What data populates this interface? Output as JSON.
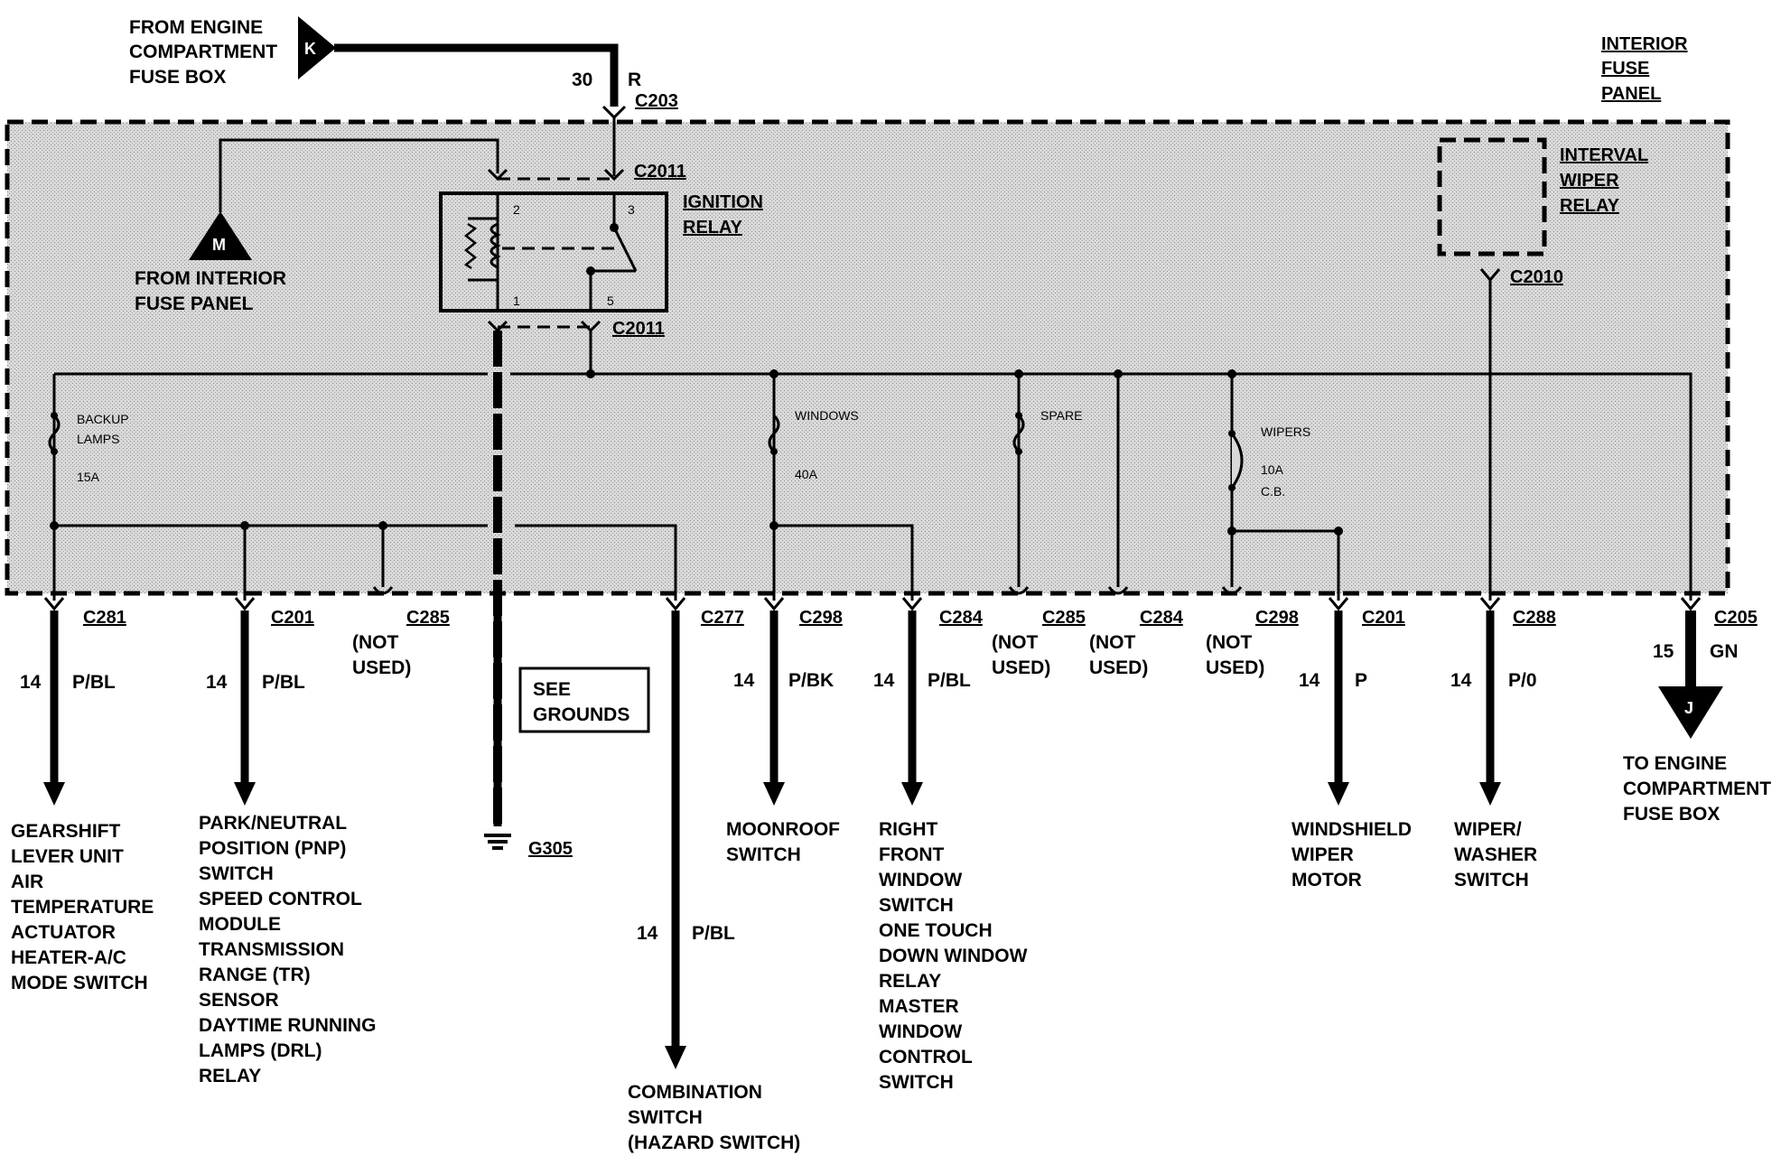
{
  "top": {
    "from_engine_fuse_box": [
      "FROM ENGINE",
      "COMPARTMENT",
      "FUSE BOX"
    ],
    "k_marker": "K",
    "gauge": "30",
    "color": "R",
    "connector": "C203"
  },
  "interior_fuse_panel": [
    "INTERIOR",
    "FUSE",
    "PANEL"
  ],
  "ignition_relay": {
    "title": [
      "IGNITION",
      "RELAY"
    ],
    "connector_top": "C2011",
    "connector_bottom": "C2011",
    "pins": [
      "2",
      "3",
      "1",
      "5"
    ]
  },
  "from_interior_fuse_panel": {
    "marker": "M",
    "label": [
      "FROM INTERIOR",
      "FUSE PANEL"
    ]
  },
  "interval_wiper_relay": {
    "label": [
      "INTERVAL",
      "WIPER",
      "RELAY"
    ],
    "connector": "C2010"
  },
  "fuses": [
    {
      "name": [
        "BACKUP",
        "LAMPS"
      ],
      "rating": "15A"
    },
    {
      "name": [
        "WINDOWS"
      ],
      "rating": "40A"
    },
    {
      "name": [
        "SPARE"
      ],
      "rating": ""
    },
    {
      "name": [
        "WIPERS"
      ],
      "rating": "10A",
      "note": "C.B."
    }
  ],
  "outputs": [
    {
      "connector": "C281",
      "gauge": "14",
      "color": "P/BL",
      "dest": [
        "GEARSHIFT",
        "LEVER UNIT",
        "AIR",
        "TEMPERATURE",
        "ACTUATOR",
        "HEATER-A/C",
        "MODE SWITCH"
      ]
    },
    {
      "connector": "C201",
      "gauge": "14",
      "color": "P/BL",
      "dest": [
        "PARK/NEUTRAL",
        "POSITION (PNP)",
        "SWITCH",
        "SPEED CONTROL",
        "MODULE",
        "TRANSMISSION",
        "RANGE (TR)",
        "SENSOR",
        "DAYTIME RUNNING",
        "LAMPS (DRL)",
        "RELAY"
      ]
    },
    {
      "connector": "C285",
      "status": [
        "(NOT",
        "USED)"
      ]
    },
    {
      "ground": "G305",
      "see": [
        "SEE",
        "GROUNDS"
      ]
    },
    {
      "connector": "C277",
      "gauge": "14",
      "color": "P/BL",
      "dest": [
        "COMBINATION",
        "SWITCH",
        "(HAZARD SWITCH)"
      ]
    },
    {
      "connector": "C298",
      "gauge": "14",
      "color": "P/BK",
      "dest": [
        "MOONROOF",
        "SWITCH"
      ]
    },
    {
      "connector": "C284",
      "gauge": "14",
      "color": "P/BL",
      "dest": [
        "RIGHT",
        "FRONT",
        "WINDOW",
        "SWITCH",
        "ONE TOUCH",
        "DOWN WINDOW",
        "RELAY",
        "MASTER",
        "WINDOW",
        "CONTROL",
        "SWITCH"
      ]
    },
    {
      "connector": "C285",
      "status": [
        "(NOT",
        "USED)"
      ]
    },
    {
      "connector": "C284",
      "status": [
        "(NOT",
        "USED)"
      ]
    },
    {
      "connector": "C298",
      "status": [
        "(NOT",
        "USED)"
      ]
    },
    {
      "connector": "C201",
      "gauge": "14",
      "color": "P",
      "dest": [
        "WINDSHIELD",
        "WIPER",
        "MOTOR"
      ]
    },
    {
      "connector": "C288",
      "gauge": "14",
      "color": "P/0",
      "dest": [
        "WIPER/",
        "WASHER",
        "SWITCH"
      ]
    },
    {
      "connector": "C205",
      "gauge": "15",
      "color": "GN",
      "marker": "J",
      "dest": [
        "TO ENGINE",
        "COMPARTMENT",
        "FUSE BOX"
      ]
    }
  ]
}
